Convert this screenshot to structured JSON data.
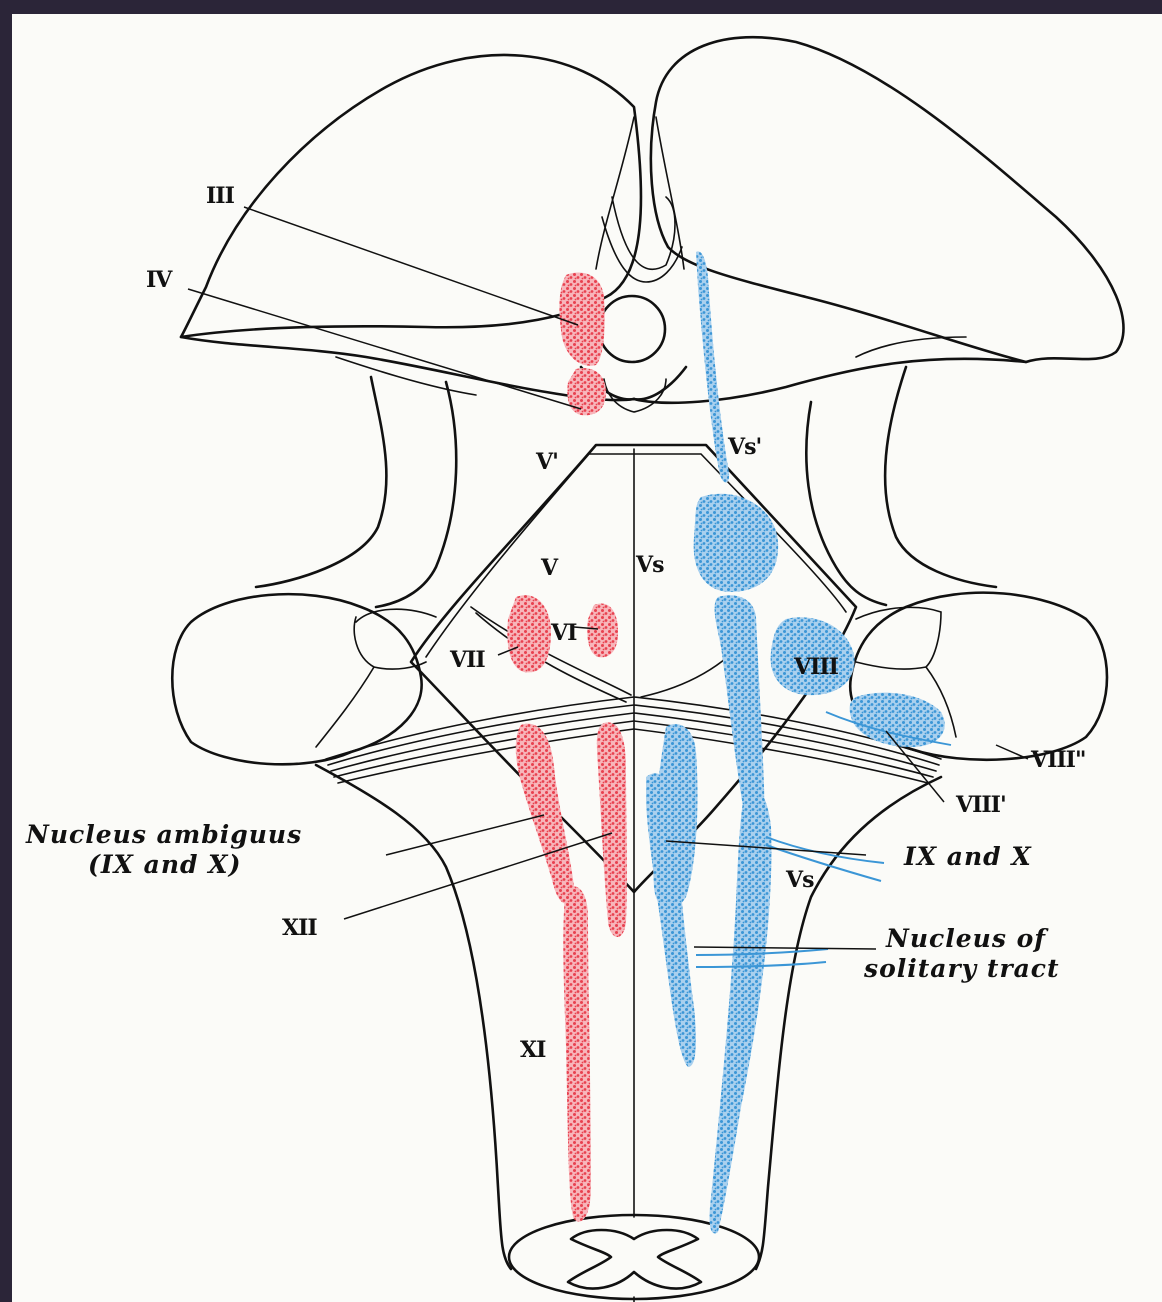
{
  "labels": {
    "iii": "III",
    "iv": "IV",
    "v_prime": "V'",
    "vs_prime": "Vs'",
    "v": "V",
    "vs": "Vs",
    "vi": "VI",
    "vii": "VII",
    "viii": "VIII",
    "viii_double_prime": "VIII\"",
    "viii_prime": "VIII'",
    "nucleus_ambiguus_line1": "Nucleus ambiguus",
    "nucleus_ambiguus_line2": "(IX and X)",
    "xii": "XII",
    "ix_and_x": "IX and X",
    "vs_lower": "Vs",
    "nucleus_solitary_line1": "Nucleus of",
    "nucleus_solitary_line2": "solitary tract",
    "xi": "XI"
  },
  "colors": {
    "motor_nuclei": "#e8414f",
    "sensory_nuclei": "#3b96d6",
    "outline": "#111111",
    "background": "#fbfbf8",
    "frame": "#2b2538"
  }
}
